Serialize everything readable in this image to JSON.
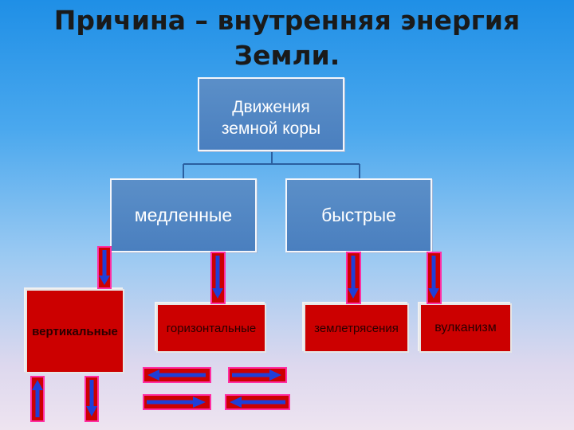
{
  "title": {
    "line1": "Причина – внутренняя энергия",
    "line2": "Земли."
  },
  "diagram": {
    "root": {
      "line1": "Движения",
      "line2": "земной коры"
    },
    "level1": {
      "slow": "медленные",
      "fast": "быстрые"
    },
    "level2": {
      "vertical": "вертикальные",
      "horizontal": "горизонтальные",
      "earthquakes": "землетрясения",
      "volcanism": "вулканизм"
    }
  },
  "colors": {
    "blue_box": "#4a7fbf",
    "red_box": "#cc0000",
    "arrow_fill": "#1f3fd8",
    "arrow_frame": "#ff2fa3"
  }
}
